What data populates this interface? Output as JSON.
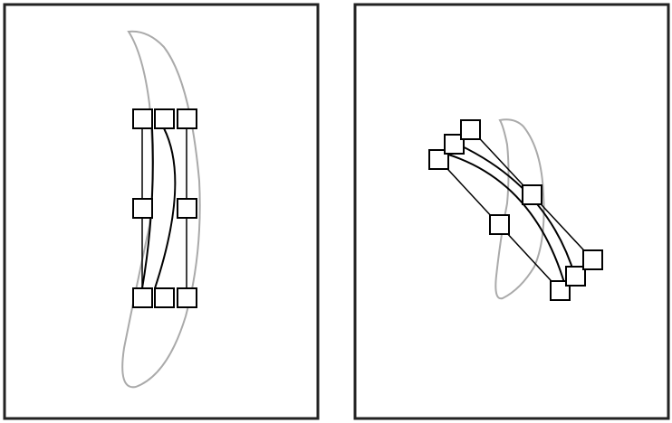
{
  "diagram": {
    "panels": [
      {
        "name": "original-shape-panel",
        "state": "original",
        "handle_count": 8
      },
      {
        "name": "transformed-shape-panel",
        "state": "rotated",
        "handle_count": 8
      }
    ],
    "colors": {
      "frame": "#222222",
      "guide_curve": "#aaaaaa",
      "shape_curve": "#000000",
      "handle_fill": "#ffffff",
      "handle_stroke": "#000000"
    }
  }
}
